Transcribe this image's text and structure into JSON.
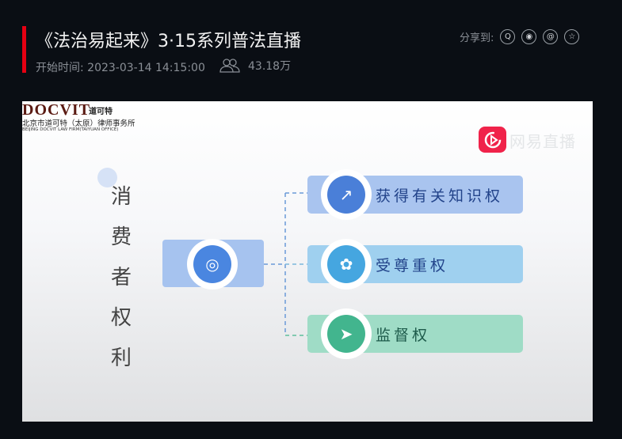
{
  "header": {
    "title": "《法治易起来》3·15系列普法直播",
    "start_time": "开始时间: 2023-03-14 14:15:00",
    "viewers": "43.18万",
    "share_label": "分享到:",
    "share_icons": [
      "qq-icon",
      "wechat-icon",
      "weibo-icon",
      "favorite-icon"
    ]
  },
  "video": {
    "logo": {
      "en": "DOCVIT",
      "cn": "道可特",
      "firm": "北京市道可特（太原）律师事务所",
      "firm_en": "BEIJING DOCVIT LAW FIRM(TAIYUAN OFFICE)"
    },
    "watermark": "网易直播",
    "vertical_title": [
      "消",
      "费",
      "者",
      "权",
      "利"
    ],
    "branches": [
      {
        "label": "获得有关知识权",
        "color": "#a9c4ef",
        "icon": "chart-icon"
      },
      {
        "label": "受尊重权",
        "color": "#9fd0ef",
        "icon": "film-reel-icon"
      },
      {
        "label": "监督权",
        "color": "#9fdcc6",
        "icon": "paper-plane-icon"
      }
    ]
  }
}
